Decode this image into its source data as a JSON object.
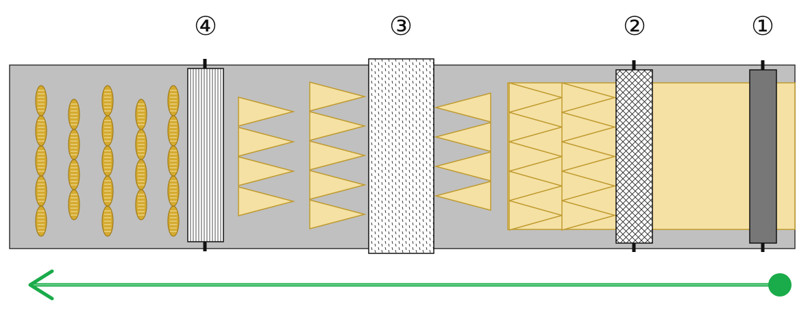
{
  "markers": {
    "step1": "①",
    "step2": "②",
    "step3": "③",
    "step4": "④"
  },
  "colors": {
    "belt": "#c0c0c0",
    "dough": "#f5e1a4",
    "dough_stroke": "#bf9a2e",
    "seed": "#d4aa30",
    "flow_arrow": "#1aab4a",
    "roller_dark": "#777777"
  },
  "icons": {
    "flow": "arrow-left-icon",
    "rotation": "curved-arrow-icon"
  }
}
